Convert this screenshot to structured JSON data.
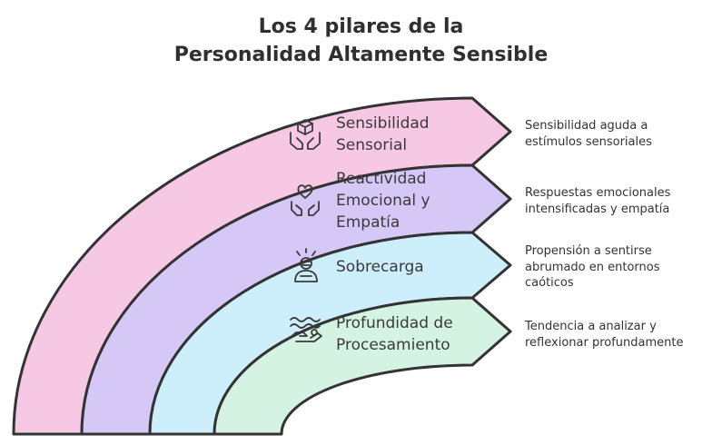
{
  "title": {
    "line1": "Los 4 pilares de la",
    "line2": "Personalidad Altamente Sensible"
  },
  "pillars": [
    {
      "label_lines": [
        "Sensibilidad",
        "Sensorial"
      ],
      "description_lines": [
        "Sensibilidad aguda a",
        "estímulos sensoriales"
      ],
      "icon": "hands-holding-box-icon",
      "color": "#f6c8e3"
    },
    {
      "label_lines": [
        "Reactividad",
        "Emocional y",
        "Empatía"
      ],
      "description_lines": [
        "Respuestas emocionales",
        "intensificadas y empatía"
      ],
      "icon": "hands-heart-icon",
      "color": "#d5c8f7"
    },
    {
      "label_lines": [
        "Sobrecarga"
      ],
      "description_lines": [
        "Propensión a sentirse",
        "abrumado en entornos",
        "caóticos"
      ],
      "icon": "overwhelmed-person-icon",
      "color": "#cdeefb"
    },
    {
      "label_lines": [
        "Profundidad de",
        "Procesamiento"
      ],
      "description_lines": [
        "Tendencia a analizar y",
        "reflexionar profundamente"
      ],
      "icon": "hand-waves-icon",
      "color": "#d4f3e2"
    }
  ]
}
